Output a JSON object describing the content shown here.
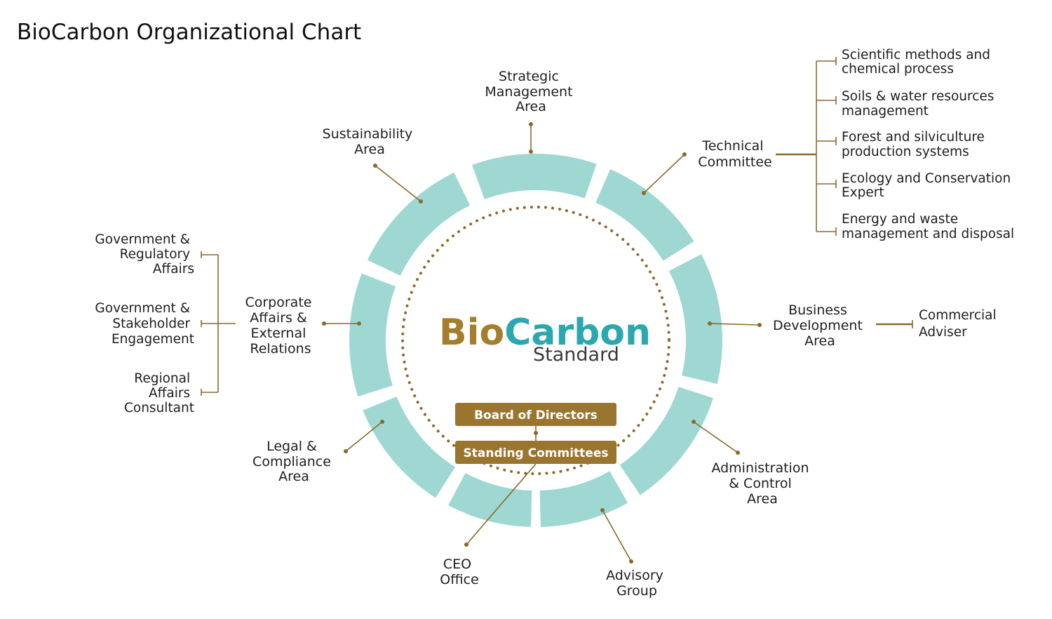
{
  "title": "BioCarbon Organizational Chart",
  "logo": {
    "bio": "Bio",
    "carbon": "Carbon",
    "standard": "Standard"
  },
  "center_boxes": {
    "board": "Board of Directors",
    "standing": "Standing Committees"
  },
  "areas": {
    "strategic": [
      "Strategic",
      "Management",
      "Area"
    ],
    "sustainability": [
      "Sustainability",
      "Area"
    ],
    "technical": [
      "Technical",
      "Committee"
    ],
    "business": [
      "Business",
      "Development",
      "Area"
    ],
    "administration": [
      "Administration",
      "& Control",
      "Area"
    ],
    "advisory": [
      "Advisory",
      "Group"
    ],
    "ceo": [
      "CEO",
      "Office"
    ],
    "legal": [
      "Legal &",
      "Compliance",
      "Area"
    ],
    "corporate": [
      "Corporate",
      "Affairs &",
      "External",
      "Relations"
    ]
  },
  "technical_subunits": [
    [
      "Scientific methods and",
      "chemical process"
    ],
    [
      "Soils & water resources",
      "management"
    ],
    [
      "Forest and silviculture",
      "production systems"
    ],
    [
      "Ecology and Conservation",
      "Expert"
    ],
    [
      "Energy and waste",
      "management and disposal"
    ]
  ],
  "business_subunits": [
    [
      "Commercial",
      "Adviser"
    ]
  ],
  "corporate_subunits": [
    [
      "Government &",
      "Regulatory",
      "Affairs"
    ],
    [
      "Government &",
      "Stakeholder",
      "Engagement"
    ],
    [
      "Regional",
      "Affairs",
      "Consultant"
    ]
  ],
  "colors": {
    "teal": "#9fd8d3",
    "gold": "#8a6a2b",
    "logo_gold": "#a47e2c",
    "logo_teal": "#2aa8ad"
  }
}
